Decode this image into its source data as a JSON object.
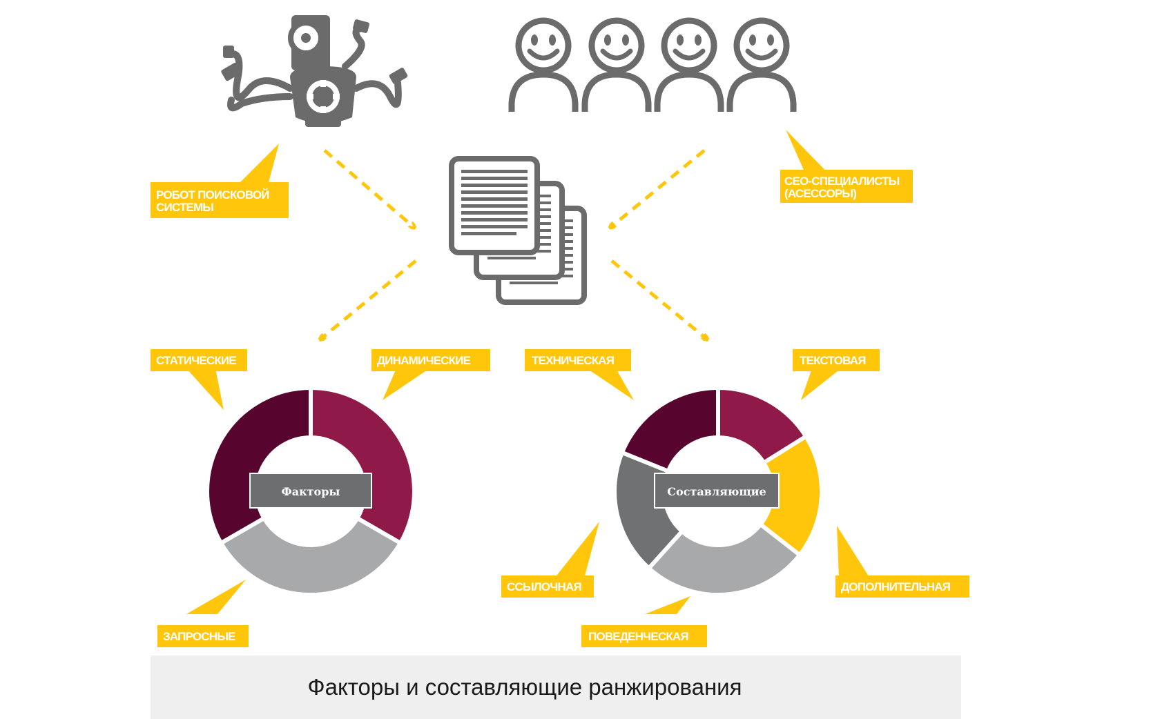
{
  "colors": {
    "accent_yellow": "#FFC60B",
    "dark_wine": "#57042E",
    "wine": "#8F1A4A",
    "light_gray": "#A8A9AB",
    "dark_gray": "#707173",
    "icon_gray": "#6B6B6B"
  },
  "actors": {
    "robot_icon": "robot-icon",
    "people_icon": "people-icon",
    "documents_icon": "documents-icon"
  },
  "labels": {
    "robot": [
      "РОБОТ ПОИСКОВОЙ",
      "СИСТЕМЫ"
    ],
    "seo": [
      "СЕО-СПЕЦИАЛИСТЫ",
      "(АСЕССОРЫ)"
    ]
  },
  "factors": {
    "center": "Факторы",
    "segments": [
      "СТАТИЧЕСКИЕ",
      "ДИНАМИЧЕСКИЕ",
      "ЗАПРОСНЫЕ"
    ]
  },
  "components": {
    "center": "Составляющие",
    "segments": [
      "ТЕХНИЧЕСКАЯ",
      "ТЕКСТОВАЯ",
      "ДОПОЛНИТЕЛЬНАЯ",
      "ПОВЕДЕНЧЕСКАЯ",
      "ССЫЛОЧНАЯ"
    ]
  },
  "caption": "Факторы и составляющие ранжирования"
}
